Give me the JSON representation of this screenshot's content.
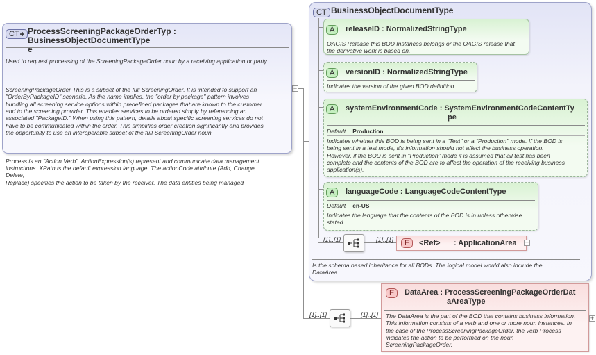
{
  "main": {
    "badge": "CT",
    "title_line1": "ProcessScreeningPackageOrderTyp : BusinessObjectDocumentType",
    "title_line2": "e",
    "desc_p1": "Used to request processing of the ScreeningPackageOrder noun by a receiving application or party.",
    "desc_p2": "ScreeningPackageOrder  This is a subset of the full ScreeningOrder. It is intended to support an\n\"OrderByPackageID\" scenario. As the name implies, the \"order by package\" pattern involves\nbundling all screening service options within predefined packages that are known to the customer\nand to the screening provider. This enables services to be ordered simply by referencing an\nassociated \"PackageID.\" When using this pattern, details about specific screening services do not\nhave to be communicated within the order. This simplifies order creation significantly and provides\nthe opportunity to use an interoperable subset of the full ScreeningOrder noun.",
    "desc_p3": "Process is an \"Action Verb\". ActionExpression(s) represent and communicate data management\ninstructions. XPath is the default expression language. The actionCode attribute (Add, Change,\nDelete,\nReplace) specifies the action to be taken by the receiver. The data entities being managed"
  },
  "base": {
    "badge": "CT",
    "title": "BusinessObjectDocumentType",
    "footer": "Is the schema based inheritance for all BODs. The logical model would also include the\nDataArea."
  },
  "attributes": [
    {
      "badge": "A",
      "name": "releaseID",
      "type": "NormalizedStringType",
      "desc": "OAGIS Release this BOD Instances belongs or the OAGIS release that\nthe derivative work is based on."
    },
    {
      "badge": "A",
      "name": "versionID",
      "type": "NormalizedStringType",
      "desc": "Indicates the version of the given BOD definition."
    },
    {
      "badge": "A",
      "name": "systemEnvironmentCode",
      "type_line1": "SystemEnvironmentCodeContentTy",
      "type_line2": "pe",
      "default_label": "Default",
      "default_value": "Production",
      "desc": "Indicates whether this BOD is being sent in a \"Test\" or a \"Production\" mode. If the BOD is\nbeing sent in a test mode, it's information should not affect the business operation.\nHowever, if the BOD is sent in \"Production\" mode it is assumed that all test has been\ncomplete and the contents of the BOD are to affect the operation of the receiving business\napplication(s)."
    },
    {
      "badge": "A",
      "name": "languageCode",
      "type": "LanguageCodeContentType",
      "default_label": "Default",
      "default_value": "en-US",
      "desc": "Indicates the language that the contents of the BOD is in unless otherwise\nstated."
    }
  ],
  "app_area": {
    "mult_seq": "[1]..[1]",
    "mult_elem": "[1]..[1]",
    "badge": "E",
    "ref": "<Ref>",
    "name": ": ApplicationArea"
  },
  "data_area": {
    "mult_seq": "[1]..[1]",
    "mult_elem": "[1]..[1]",
    "badge": "E",
    "title_line1": "DataArea : ProcessScreeningPackageOrderDat",
    "title_line2": "aAreaType",
    "desc": "The DataArea is the part of the BOD that contains business information.\nThis information consists of a verb and one or more noun instances. In\nthe case of the ProcessScreeningPackageOrder, the verb Process\nindicates the action to be performed on the noun\nScreeningPackageOrder."
  },
  "colors": {
    "complex_type": "#e4e6f7",
    "attribute": "#d9f2d3",
    "element": "#f9dede"
  }
}
